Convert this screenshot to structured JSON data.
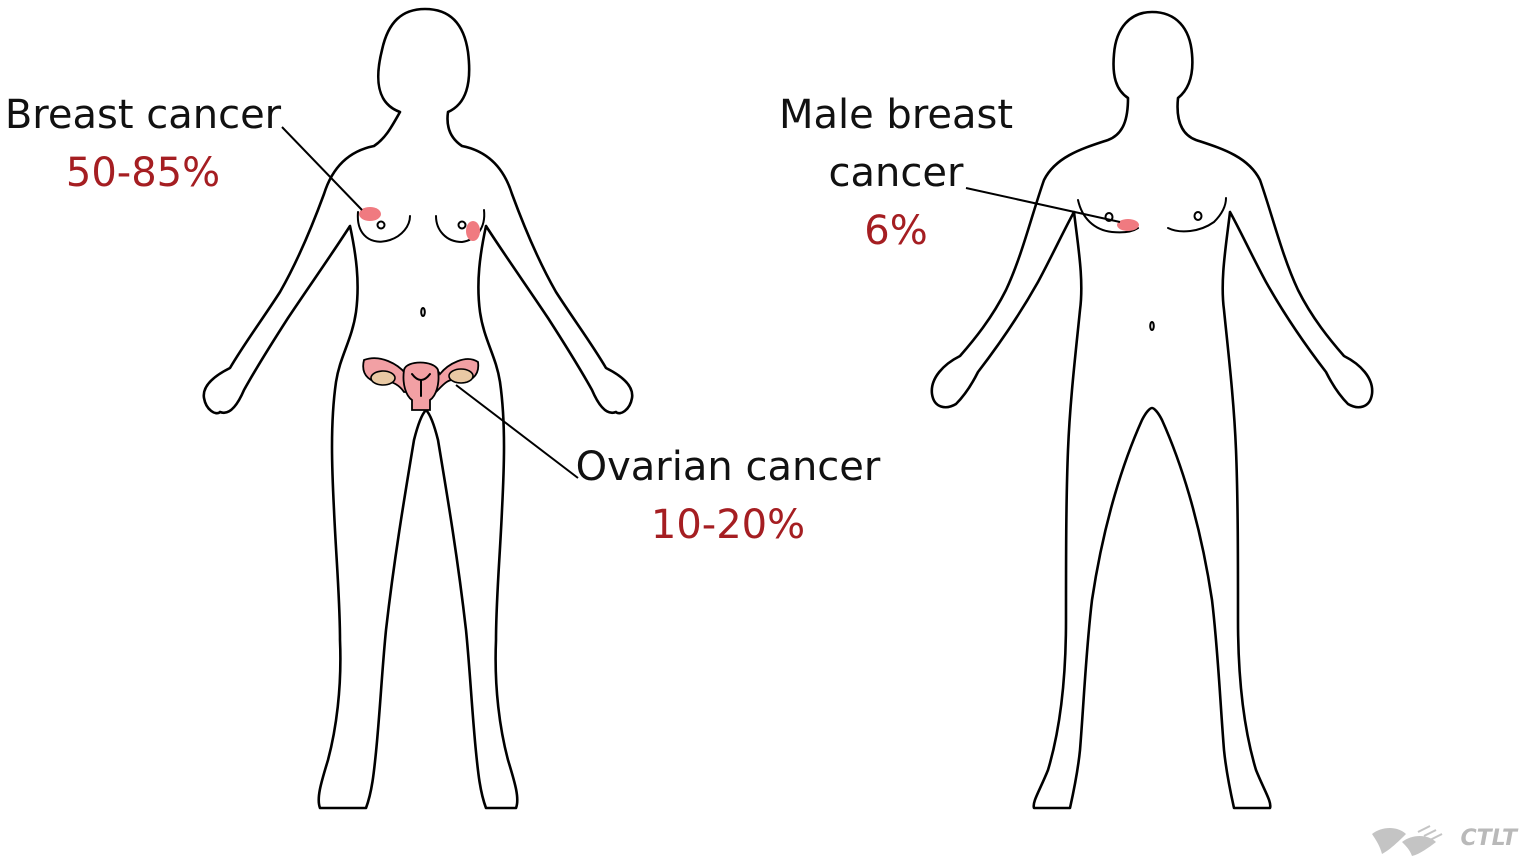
{
  "figure": {
    "female": {
      "breast_label": "Breast cancer",
      "breast_percent": "50-85%",
      "ovarian_label": "Ovarian cancer",
      "ovarian_percent": "10-20%"
    },
    "male": {
      "breast_label_line1": "Male breast",
      "breast_label_line2": "cancer",
      "breast_percent": "6%"
    }
  },
  "watermark": {
    "text": "CTLT"
  },
  "colors": {
    "percent_text": "#a51e22",
    "highlight": "#f07a80",
    "organ_fill": "#f2a0a4",
    "ovary_fill": "#e9c9a4",
    "outline": "#000000",
    "watermark": "#b9b9b9"
  }
}
